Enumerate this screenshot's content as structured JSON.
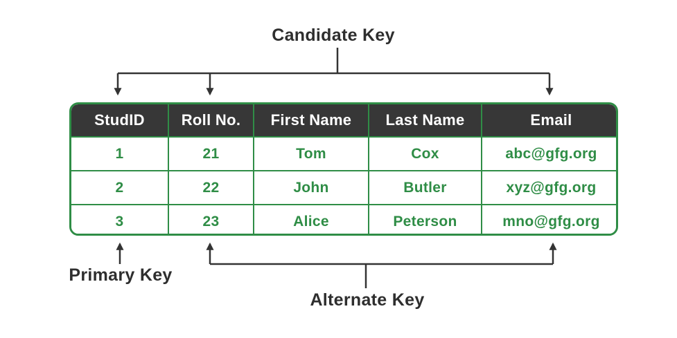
{
  "labels": {
    "candidate_key": "Candidate Key",
    "primary_key": "Primary Key",
    "alternate_key": "Alternate Key"
  },
  "table": {
    "columns": [
      "StudID",
      "Roll No.",
      "First Name",
      "Last Name",
      "Email"
    ],
    "rows": [
      [
        "1",
        "21",
        "Tom",
        "Cox",
        "abc@gfg.org"
      ],
      [
        "2",
        "22",
        "John",
        "Butler",
        "xyz@gfg.org"
      ],
      [
        "3",
        "23",
        "Alice",
        "Peterson",
        "mno@gfg.org"
      ]
    ]
  },
  "colors": {
    "green_border_text": "#2f8d46",
    "header_background": "#373737",
    "annotation_text": "#2e2e2e",
    "arrow_line": "#333333"
  }
}
